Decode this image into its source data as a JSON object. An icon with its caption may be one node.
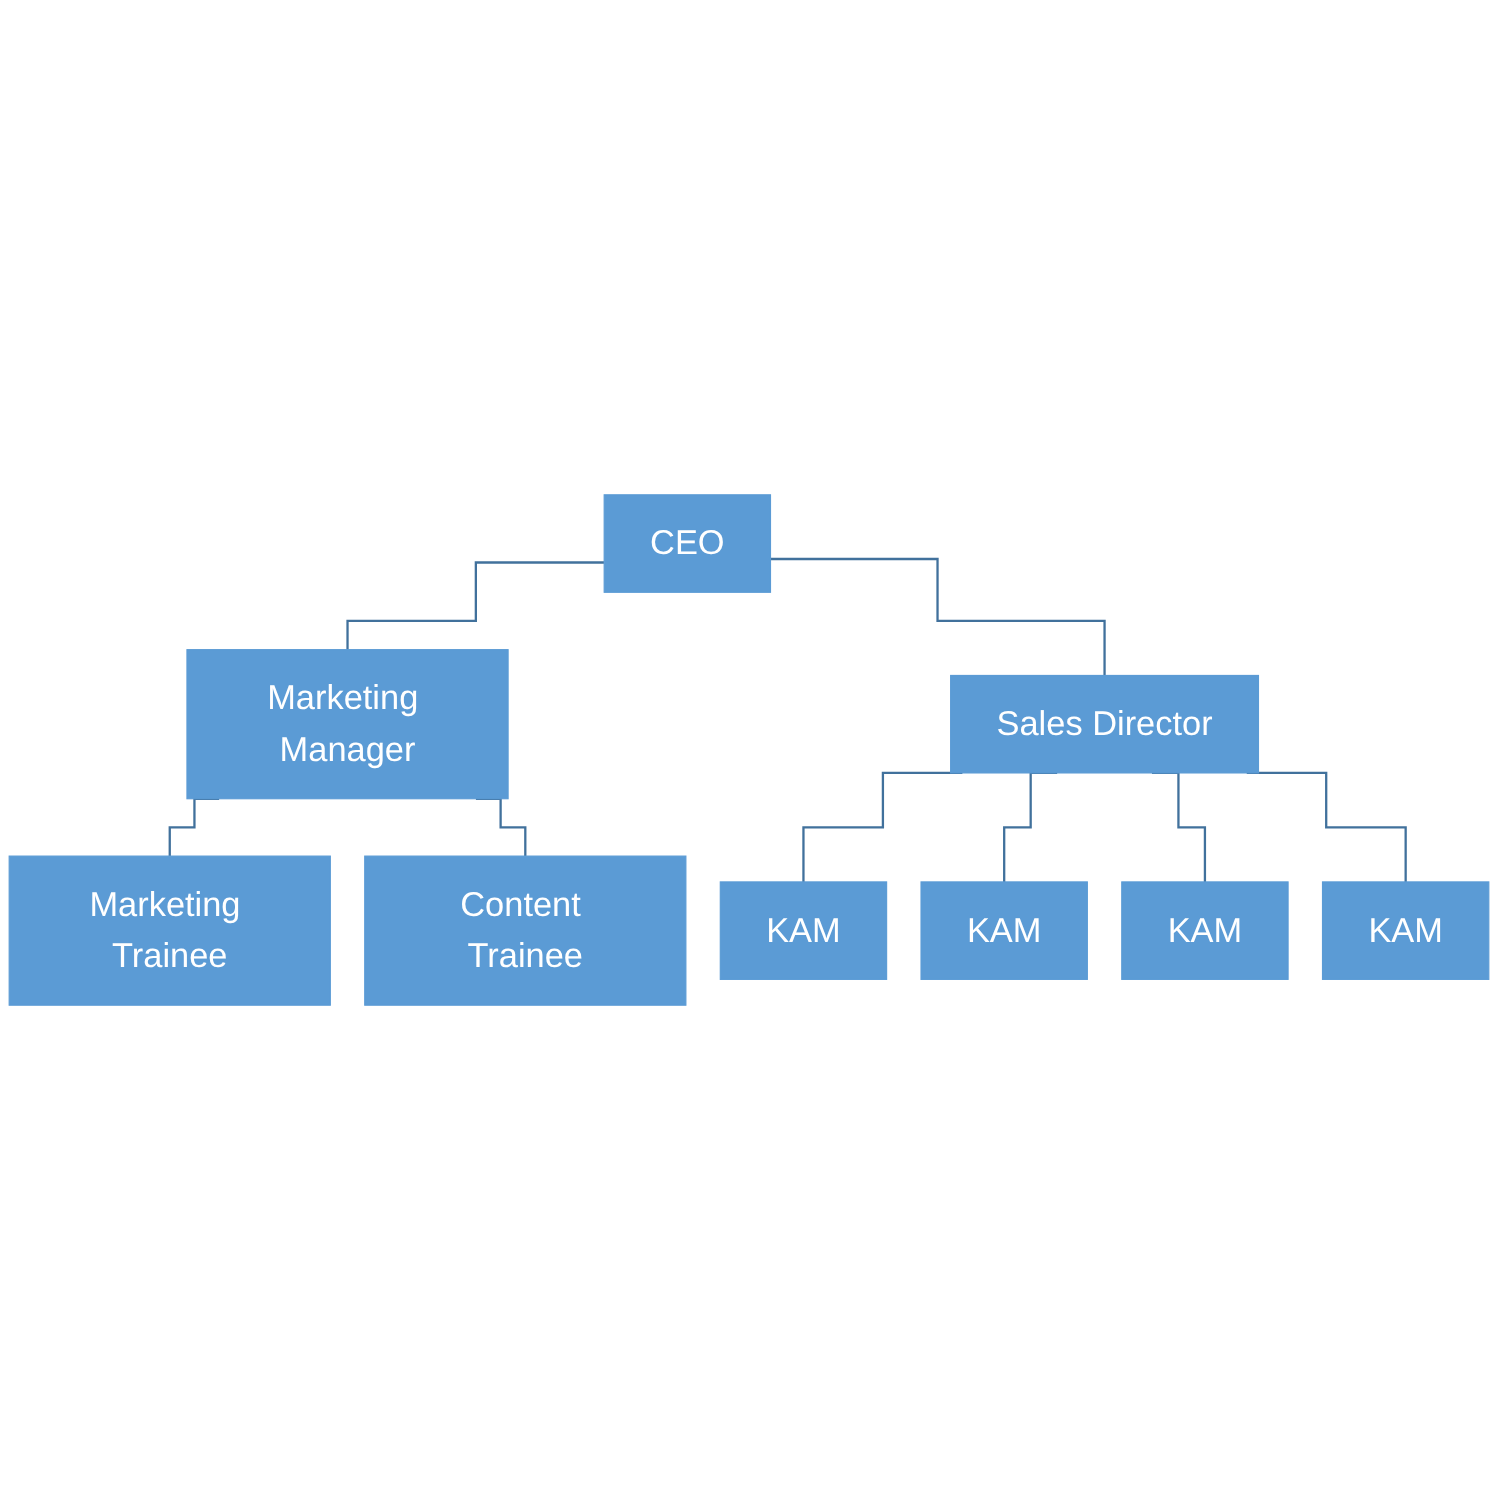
{
  "diagram": {
    "nodes": [
      {
        "text": [
          "CEO"
        ]
      },
      {
        "text": [
          "Marketing Manager"
        ]
      },
      {
        "text": [
          "Sales Director"
        ]
      },
      {
        "text": [
          "Marketing Trainee"
        ]
      },
      {
        "text": [
          "Content Trainee"
        ]
      },
      {
        "text": [
          "KAM"
        ]
      },
      {
        "text": [
          "KAM"
        ]
      },
      {
        "text": [
          "KAM"
        ]
      },
      {
        "text": [
          "KAM"
        ]
      }
    ],
    "edges": [
      {
        "from": 0,
        "to": 1,
        "arrow": "none"
      },
      {
        "from": 0,
        "to": 2,
        "arrow": "none"
      },
      {
        "from": 1,
        "to": 3,
        "arrow": "none"
      },
      {
        "from": 1,
        "to": 4,
        "arrow": "none"
      },
      {
        "from": 2,
        "to": 5,
        "arrow": "none"
      },
      {
        "from": 2,
        "to": 6,
        "arrow": "none"
      },
      {
        "from": 2,
        "to": 7,
        "arrow": "none"
      },
      {
        "from": 2,
        "to": 8,
        "arrow": "none"
      }
    ]
  }
}
